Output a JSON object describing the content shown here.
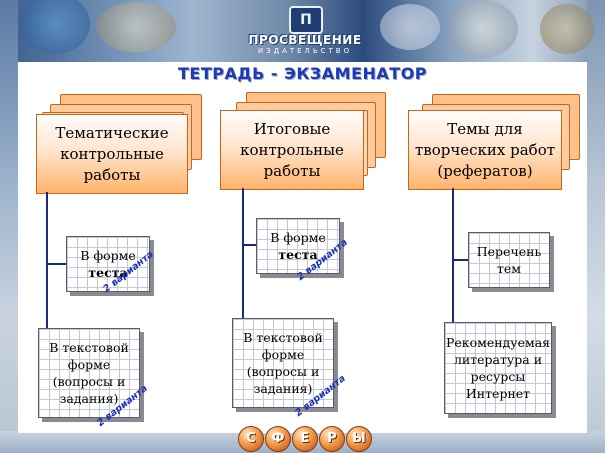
{
  "brand": {
    "logo_mark": "П",
    "name": "ПРОСВЕЩЕНИЕ",
    "subtitle": "ИЗДАТЕЛЬСТВО"
  },
  "title": "ТЕТРАДЬ - ЭКЗАМЕНАТОР",
  "columns": [
    {
      "header": [
        "Тематические",
        "контрольные",
        "работы"
      ],
      "boxes": [
        {
          "lines": [
            "В форме",
            "теста"
          ],
          "bold_line": 1,
          "variant": "2 варианта"
        },
        {
          "lines": [
            "В текстовой",
            "форме",
            "(вопросы и",
            "задания)"
          ],
          "variant": "2 варианта"
        }
      ]
    },
    {
      "header": [
        "Итоговые",
        "контрольные",
        "работы"
      ],
      "boxes": [
        {
          "lines": [
            "В форме",
            "теста"
          ],
          "bold_line": 1,
          "variant": "2 варианта"
        },
        {
          "lines": [
            "В текстовой",
            "форме",
            "(вопросы и",
            "задания)"
          ],
          "variant": "2 варианта"
        }
      ]
    },
    {
      "header": [
        "Темы для",
        "творческих работ",
        "(рефератов)"
      ],
      "boxes": [
        {
          "lines": [
            "Перечень",
            "тем"
          ]
        },
        {
          "lines": [
            "Рекомендуемая",
            "литература и",
            "ресурсы",
            "Интернет"
          ]
        }
      ]
    }
  ],
  "footer_logo": [
    "С",
    "Ф",
    "Е",
    "Р",
    "Ы"
  ],
  "colors": {
    "header_gradient_top": "#fffdfb",
    "header_gradient_bottom": "#ffb46c",
    "stack_card": "#ffc08a",
    "connector": "#1a2a7a",
    "variant_text": "#1b2fb8",
    "title_text": "#1e3bb0"
  }
}
